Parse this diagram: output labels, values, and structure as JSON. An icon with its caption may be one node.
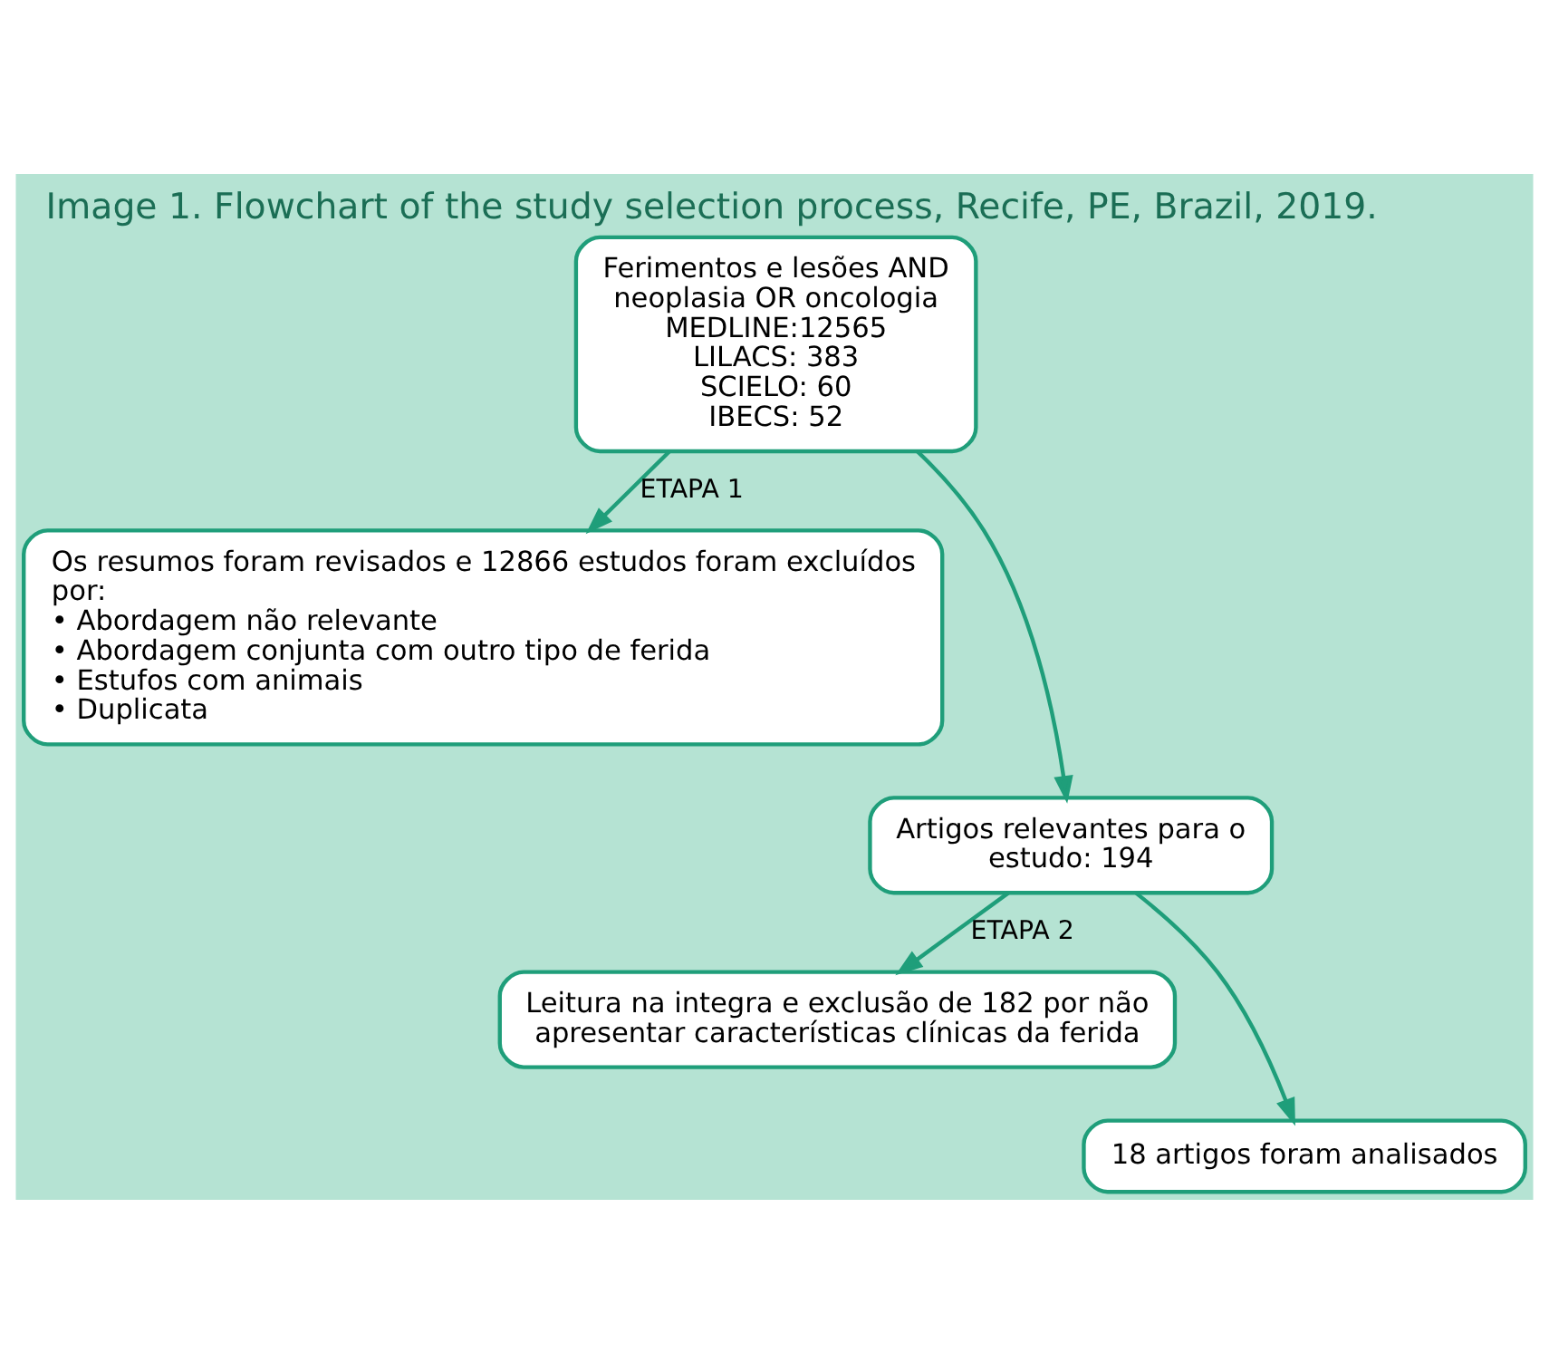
{
  "diagram": {
    "title": "Image 1. Flowchart of the study selection process, Recife, PE, Brazil, 2019.",
    "nodes": [
      {
        "text": [
          "Ferimentos e lesões AND neoplasia OR oncologia",
          "MEDLINE:12565",
          "LILACS: 383",
          "SCIELO: 60",
          "IBECS: 52"
        ]
      },
      {
        "text": [
          "Os resumos foram revisados e 12866 estudos foram excluídos por:",
          "• Abordagem não relevante",
          "• Abordagem conjunta com outro tipo de ferida",
          "• Estufos com animais",
          "• Duplicata"
        ]
      },
      {
        "text": [
          "Artigos relevantes para o estudo: 194"
        ]
      },
      {
        "text": [
          "Leitura na integra e exclusão de 182 por não apresentar características clínicas da ferida"
        ]
      },
      {
        "text": [
          "18 artigos foram analisados"
        ]
      }
    ],
    "edges": [
      {
        "from": 0,
        "to": 1,
        "arrow": "to",
        "label": "ETAPA 1"
      },
      {
        "from": 0,
        "to": 2,
        "arrow": "to"
      },
      {
        "from": 2,
        "to": 3,
        "arrow": "to",
        "label": "ETAPA 2"
      },
      {
        "from": 2,
        "to": 4,
        "arrow": "to"
      }
    ]
  }
}
